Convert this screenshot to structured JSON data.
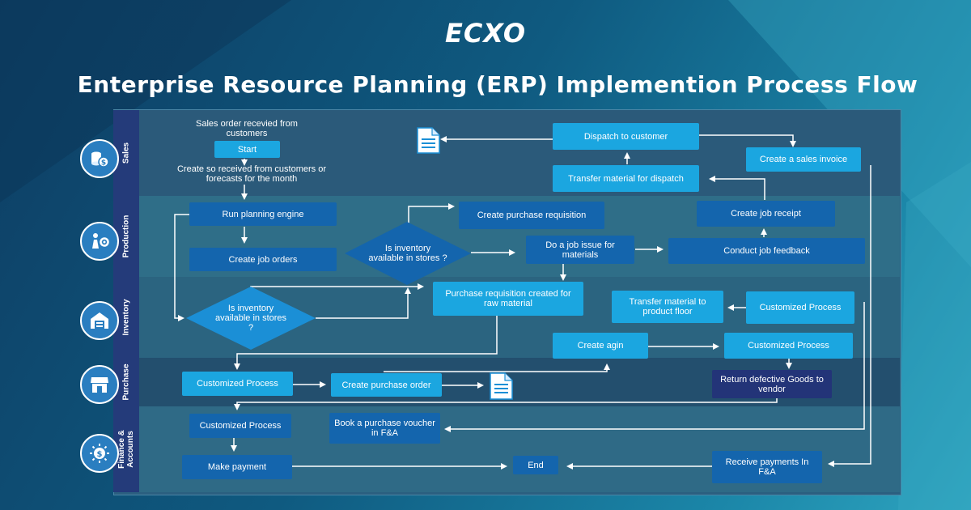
{
  "header": {
    "logo": "ECXO",
    "title": "Enterprise Resource Planning (ERP) Implemention Process Flow"
  },
  "lanes": [
    {
      "label": "Sales",
      "icon": "coins-icon"
    },
    {
      "label": "Production",
      "icon": "workers-gear-icon"
    },
    {
      "label": "Inventory",
      "icon": "warehouse-icon"
    },
    {
      "label": "Purchase",
      "icon": "storefront-icon"
    },
    {
      "label": "Finance & Accounts",
      "icon": "money-sun-icon"
    }
  ],
  "nodes": {
    "sales_order_received": "Sales order recevied from customers",
    "start": "Start",
    "create_so": "Create so received from customers or forecasts for the month",
    "dispatch_to_customer": "Dispatch to customer",
    "transfer_material_dispatch": "Transfer material for dispatch",
    "create_sales_invoice": "Create a sales invoice",
    "run_planning_engine": "Run planning engine",
    "create_job_orders": "Create job orders",
    "decision_inventory_1": "Is inventory available in stores ?",
    "create_purchase_requisition": "Create purchase requisition",
    "do_job_issue": "Do a job issue for materials",
    "create_job_receipt": "Create job receipt",
    "conduct_job_feedback": "Conduct job feedback",
    "decision_inventory_2": "Is inventory available in stores ?",
    "purchase_requisition_created": "Purchase requisition created for raw material",
    "transfer_material_floor": "Transfer material to product floor",
    "customized_process_inv_1": "Customized Process",
    "create_agin": "Create agin",
    "customized_process_inv_2": "Customized Process",
    "customized_process_purchase": "Customized Process",
    "create_purchase_order": "Create purchase order",
    "return_defective_goods": "Return defective Goods to vendor",
    "customized_process_finance": "Customized Process",
    "book_purchase_voucher": "Book a purchase voucher in F&A",
    "make_payment": "Make payment",
    "end": "End",
    "receive_payments": "Receive payments In F&A"
  },
  "colors": {
    "node_light": "#1ba6e0",
    "node_mid": "#1465ad",
    "node_dark": "#233478",
    "lane_tab": "#243b7a"
  }
}
